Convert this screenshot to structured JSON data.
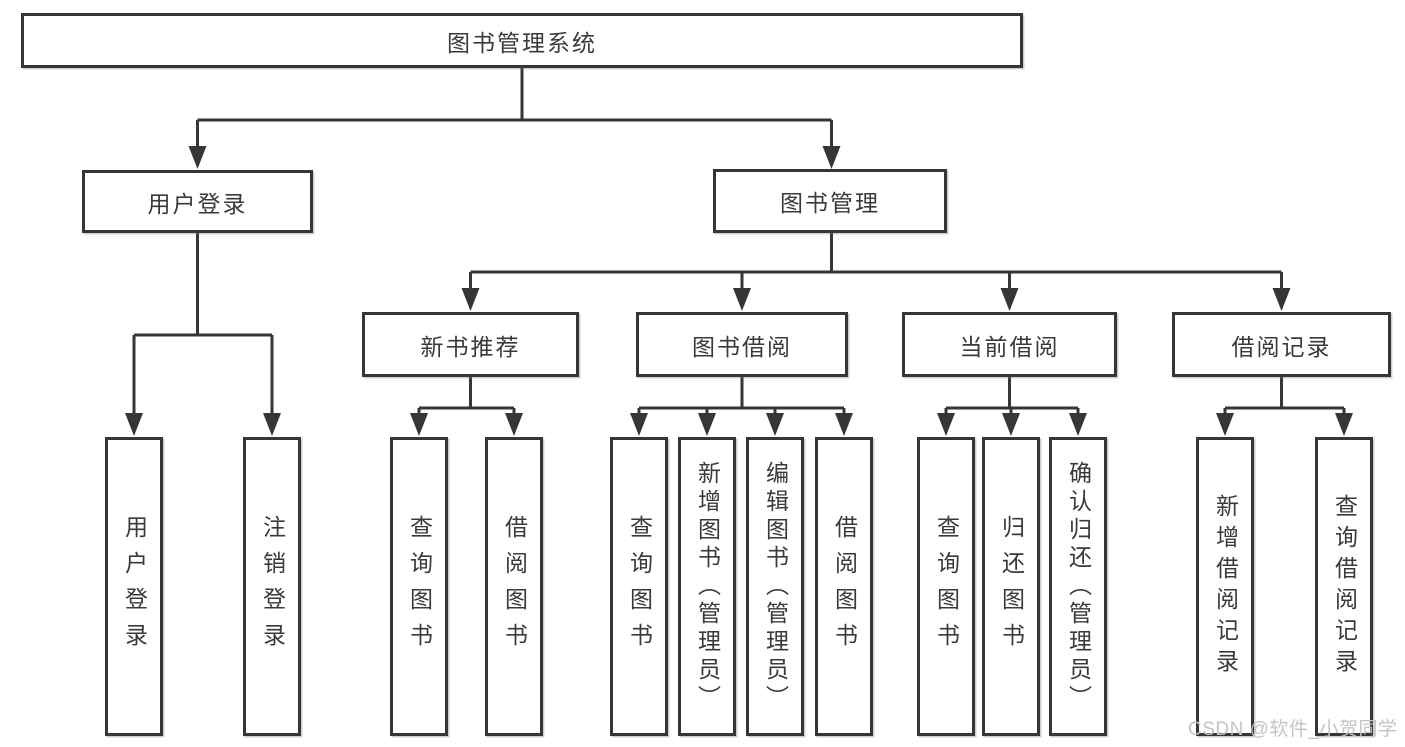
{
  "diagram": {
    "title": "图书管理系统",
    "tree": {
      "root": {
        "label": "图书管理系统"
      },
      "level1": [
        {
          "label": "用户登录",
          "children": [
            {
              "label": "用户登录"
            },
            {
              "label": "注销登录"
            }
          ]
        },
        {
          "label": "图书管理",
          "children": [
            {
              "label": "新书推荐",
              "children": [
                {
                  "label": "查询图书"
                },
                {
                  "label": "借阅图书"
                }
              ]
            },
            {
              "label": "图书借阅",
              "children": [
                {
                  "label": "查询图书"
                },
                {
                  "label": "新增图书（管理员）"
                },
                {
                  "label": "编辑图书（管理员）"
                },
                {
                  "label": "借阅图书"
                }
              ]
            },
            {
              "label": "当前借阅",
              "children": [
                {
                  "label": "查询图书"
                },
                {
                  "label": "归还图书"
                },
                {
                  "label": "确认归还（管理员）"
                }
              ]
            },
            {
              "label": "借阅记录",
              "children": [
                {
                  "label": "新增借阅记录"
                },
                {
                  "label": "查询借阅记录"
                }
              ]
            }
          ]
        }
      ]
    }
  },
  "watermark": {
    "text": "CSDN @软件_小贺同学"
  },
  "colors": {
    "line": "#363636",
    "text": "#3a3a3a",
    "background": "#ffffff",
    "watermark": "#c4c4c4"
  }
}
